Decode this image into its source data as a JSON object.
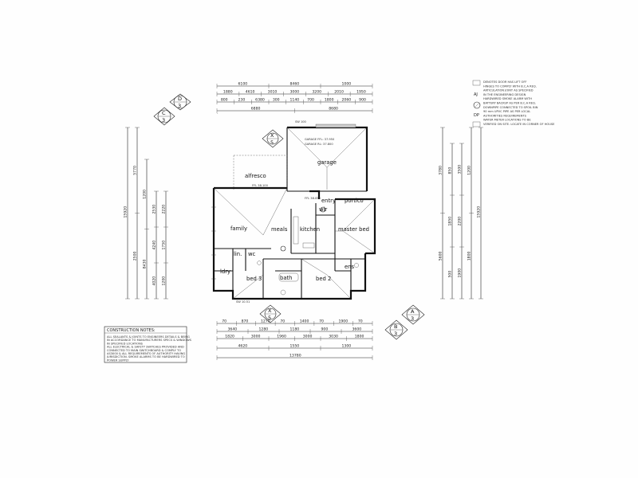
{
  "rooms": {
    "alfresco": "alfresco",
    "garage": "garage",
    "family": "family",
    "meals": "meals",
    "kitchen": "kitchen",
    "entry": "entry",
    "portico": "portico",
    "master_bed": "master bed",
    "lin": "lin.",
    "ldry": "ldry",
    "bed3": "bed 3",
    "bath": "bath",
    "bed2": "bed 2",
    "ens": "ens",
    "wc": "wc",
    "wir": "wir"
  },
  "section_markers": {
    "a_letter": "A",
    "a_num": "3",
    "b_letter": "B",
    "b_num": "3",
    "c_letter": "C",
    "c_num": "3",
    "d_letter": "D",
    "d_num": "3",
    "x_top_letter": "X",
    "x_top_num": "5",
    "x_bot_letter": "X",
    "x_bot_num": "5"
  },
  "dims_top": {
    "row1": [
      "6100",
      "8460",
      "1000"
    ],
    "row2": [
      "1880",
      "4610",
      "3010",
      "3000",
      "3200",
      "2010",
      "1950"
    ],
    "row3": [
      "800",
      "230",
      "6380",
      "300",
      "1140",
      "700",
      "1800",
      "2060",
      "900"
    ],
    "row4": [
      "6880",
      "8680"
    ]
  },
  "dims_bottom": {
    "row1": [
      "70",
      "870",
      "1270",
      "70",
      "1400",
      "70",
      "1900",
      "70"
    ],
    "row2": [
      "3640",
      "1280",
      "1180",
      "900",
      "3600"
    ],
    "row3": [
      "1820",
      "3000",
      "1960",
      "3000",
      "3030",
      "1800"
    ],
    "row4": [
      "4620",
      "1550",
      "1300"
    ],
    "total": "13780"
  },
  "dims_left": [
    "15920",
    "5770",
    "2500",
    "1200",
    "8430",
    "2530",
    "4240",
    "4020",
    "2220",
    "1750",
    "1200"
  ],
  "dims_right": [
    "3780",
    "5600",
    "850",
    "1850",
    "500",
    "3500",
    "2200",
    "1900",
    "1200",
    "1800",
    "15920"
  ],
  "notes_box": {
    "title": "CONSTRUCTION NOTES:",
    "lines": [
      "ALL SEALANTS & JOINTS TO ENGINEERS DETAILS & BEING",
      "IN ACCORDANCE TO MANUFACTURERS SPECS & WINDOWS",
      "IN SPECIFIED LOCATIONS",
      "ALL ELECTRICAL & SAFETY SWITCHES PROVIDED AND",
      "CONNECTED TO MAIN SWITCHBOARD & COMPLY TO",
      "AS3000 & ALL REQUIREMENTS OF AUTHORITY HAVING",
      "JURISDICTION. SMOKE ALARMS TO BE HARDWIRED TO",
      "POWER SUPPLY"
    ]
  },
  "legend_lines": [
    "DENOTES DOOR HAS LIFT OFF",
    "HINGES TO COMPLY WITH B.C.A REQ.",
    "ARTICULATION JOINT AS SPECIFIED",
    "IN THE ENGINEERING DESIGN",
    "HARDWIRED SMOKE ALARM WITH",
    "BATTERY BACKUP AS PER B.C.A REQ.",
    "DOWNPIPE CONNECTED TO SPOIL BIN",
    "90 mm UPVC PIPE AS PER LOCAL",
    "AUTHORITIES REQUIREMENTS",
    "WATER METER LOCATIONS TO BE",
    "VERIFIED ON SITE. LOCATE IN CORNER OF HOUSE"
  ],
  "annotations": {
    "garage_ffl": "GARAGE FFL: 37.950",
    "garage_rl": "GARAGE RL: 37.800",
    "alfresco_ffl": "FFL 38.100",
    "main_ffl": "FFL 38.050",
    "sw_top": "SW 100",
    "sw_bottom": "SW 10.51"
  }
}
